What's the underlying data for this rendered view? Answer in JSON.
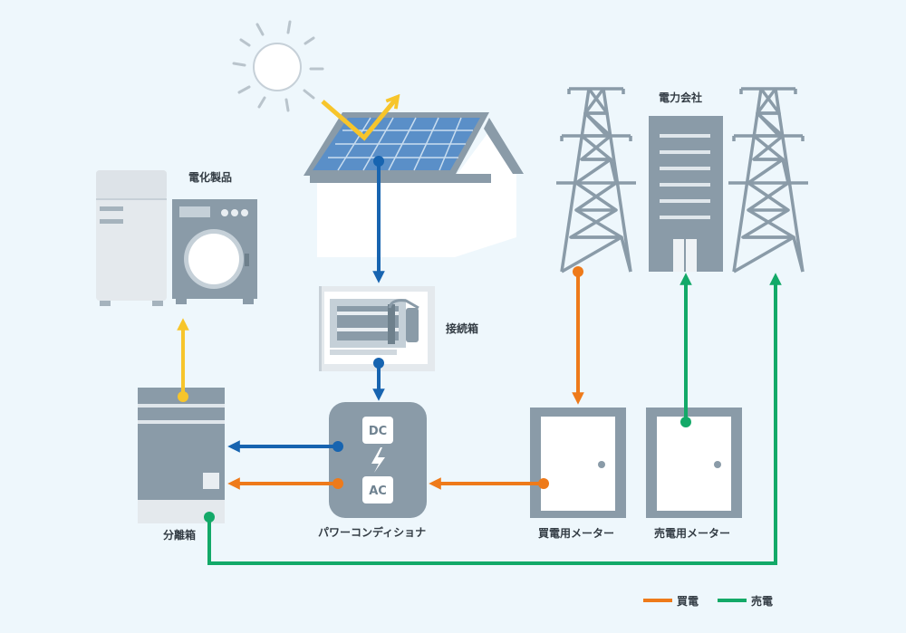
{
  "labels": {
    "appliances": "電化製品",
    "junction_box": "接続箱",
    "power_company": "電力会社",
    "inverter": "パワーコンディショナ",
    "distribution_board": "分離箱",
    "buy_meter": "買電用メーター",
    "sell_meter": "売電用メーター"
  },
  "inverter": {
    "dc": "DC",
    "ac": "AC"
  },
  "legend": {
    "buy": "買電",
    "sell": "売電"
  },
  "colors": {
    "background": "#eef7fc",
    "buy": "#ee7a1a",
    "sell": "#13a968",
    "dc_flow": "#1764b0",
    "sunlight": "#f7c52b",
    "equipment": "#8a9ba8"
  }
}
